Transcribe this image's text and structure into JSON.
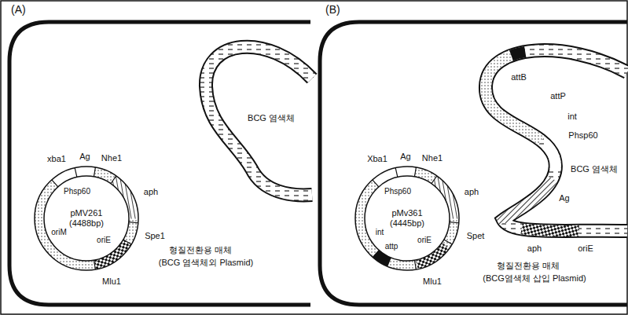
{
  "diagram": {
    "nodes": [
      {
        "text": [
          "(A)"
        ]
      },
      {
        "text": [
          "pMV261",
          "(4488bp)"
        ],
        "in": 0
      },
      {
        "text": [
          "(B)"
        ]
      },
      {
        "text": [
          "pMv361",
          "(4445bp)"
        ],
        "in": 2
      }
    ],
    "labels": [
      "BCG 염색체",
      "xba1",
      "Ag",
      "Nhe1",
      "Phsp60",
      "aph",
      "Spe1",
      "oriM",
      "oriE",
      "Mlu1",
      "형질전환용 매체",
      "(BCG 염색체외 Plasmid)",
      "attB",
      "attP",
      "int",
      "Phsp60",
      "BCG 염색체",
      "Ag",
      "aph",
      "oriE",
      "Xba1",
      "Ag",
      "Nhe1",
      "Phsp60",
      "aph",
      "int",
      "Spet",
      "oriE",
      "attp",
      "Mlu1",
      "형질전환용 매체",
      "(BCG염색체 삽입 Plasmid)"
    ]
  }
}
